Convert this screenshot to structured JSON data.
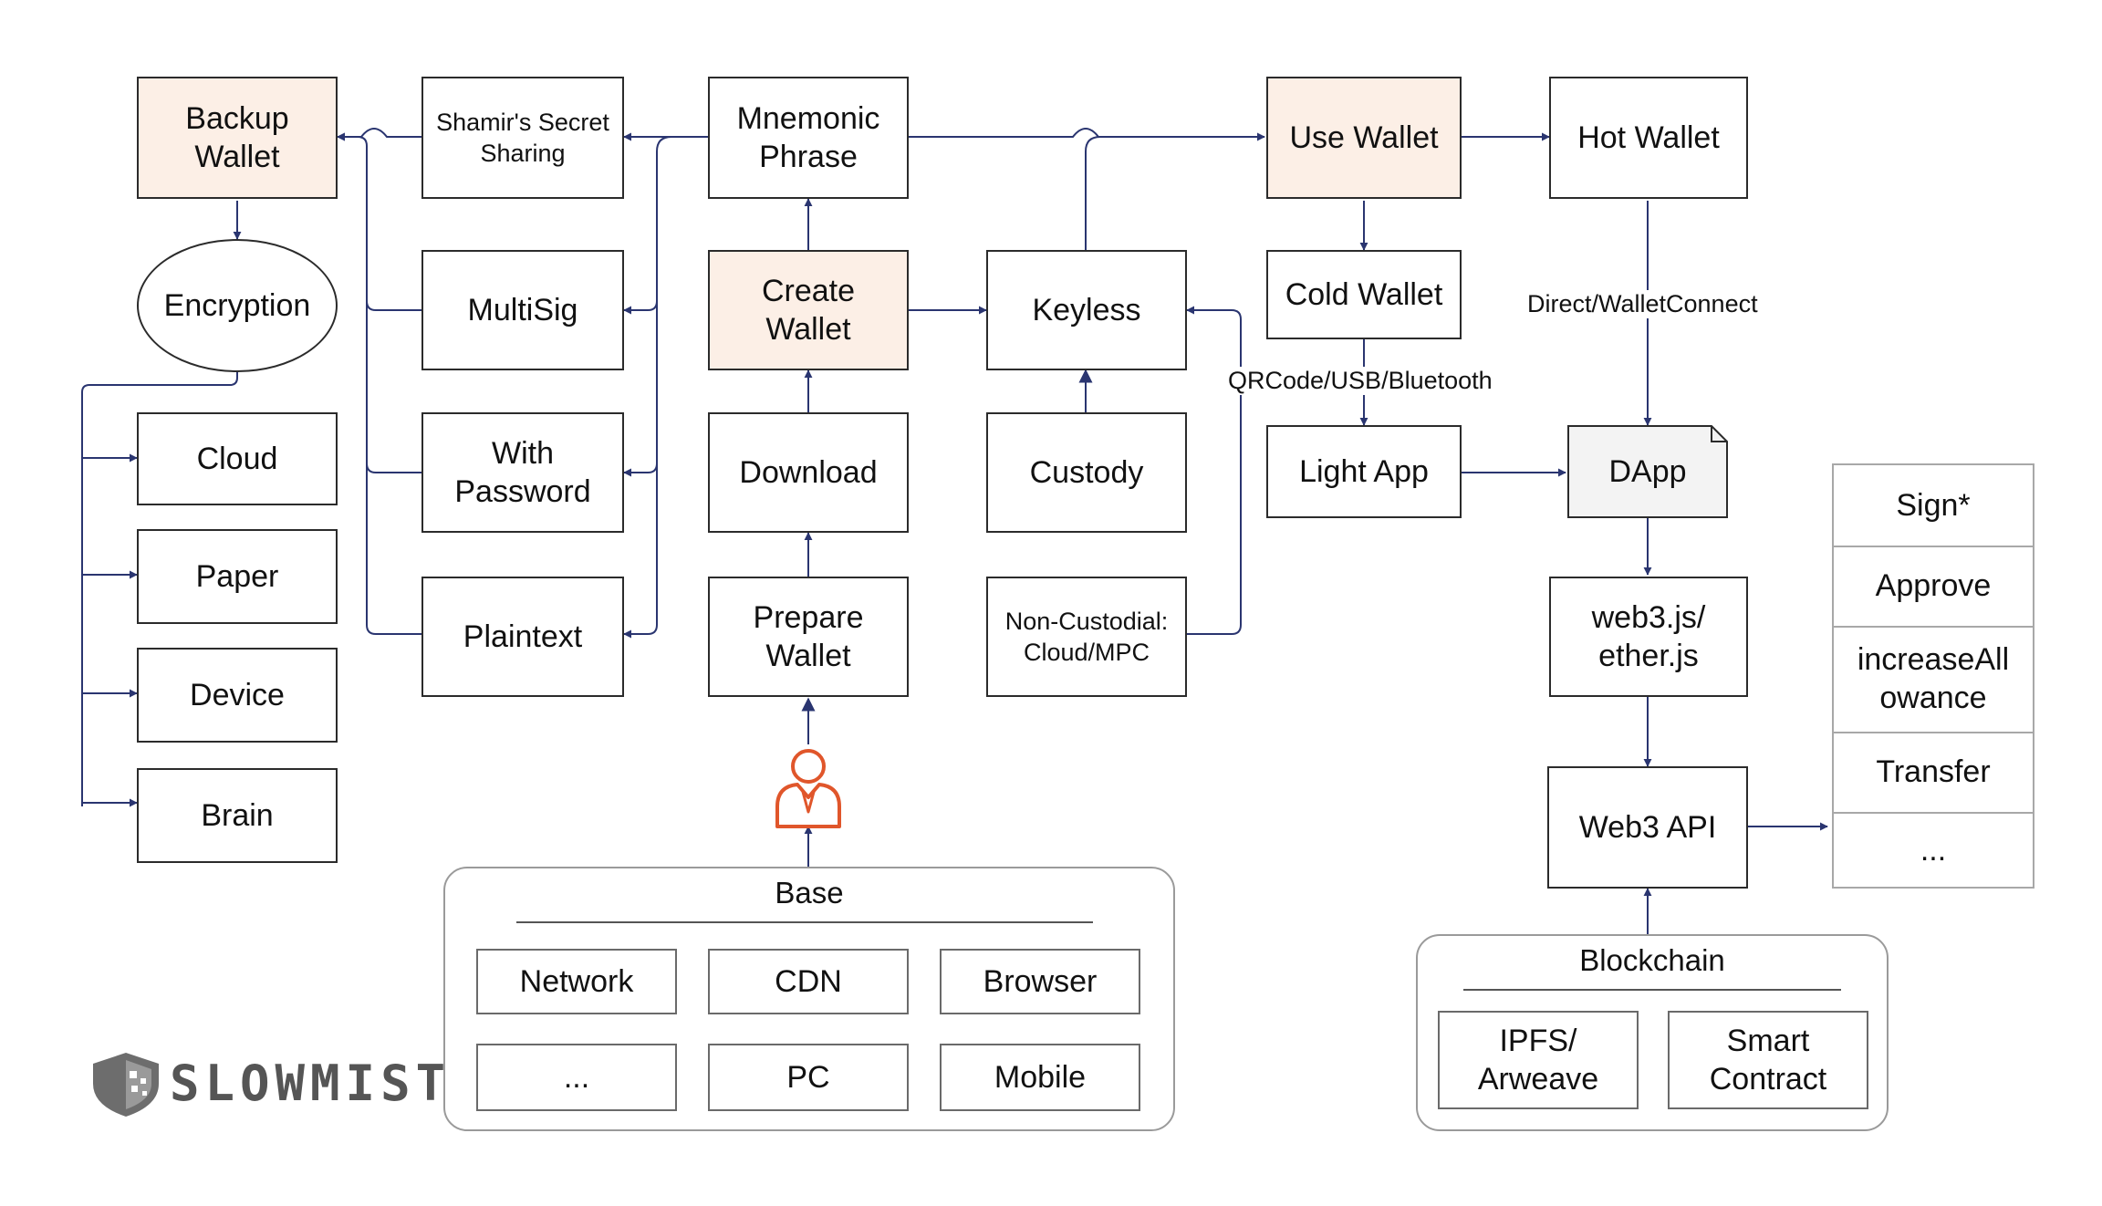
{
  "nodes": {
    "backup_wallet": "Backup\nWallet",
    "encryption": "Encryption",
    "cloud": "Cloud",
    "paper": "Paper",
    "device": "Device",
    "brain": "Brain",
    "shamir": "Shamir's Secret\nSharing",
    "multisig": "MultiSig",
    "with_password": "With\nPassword",
    "plaintext": "Plaintext",
    "mnemonic": "Mnemonic\nPhrase",
    "create_wallet": "Create\nWallet",
    "download": "Download",
    "prepare_wallet": "Prepare\nWallet",
    "keyless": "Keyless",
    "custody": "Custody",
    "non_custodial": "Non-Custodial:\nCloud/MPC",
    "use_wallet": "Use Wallet",
    "cold_wallet": "Cold Wallet",
    "light_app": "Light App",
    "hot_wallet": "Hot Wallet",
    "dapp": "DApp",
    "web3js": "web3.js/\nether.js",
    "web3api": "Web3 API"
  },
  "edge_labels": {
    "qrcode": "QRCode/USB/Bluetooth",
    "walletconnect": "Direct/WalletConnect"
  },
  "base": {
    "title": "Base",
    "items": [
      "Network",
      "CDN",
      "Browser",
      "...",
      "PC",
      "Mobile"
    ]
  },
  "blockchain": {
    "title": "Blockchain",
    "items": [
      "IPFS/\nArweave",
      "Smart\nContract"
    ]
  },
  "operations": [
    "Sign*",
    "Approve",
    "increaseAll\nowance",
    "Transfer",
    "..."
  ],
  "logo": {
    "text": "SLOWMIST"
  },
  "colors": {
    "highlight": "#fcefe6",
    "arrow": "#2a3570",
    "user_icon": "#e0562b"
  },
  "icons": {
    "user": "person-icon",
    "logo": "shield-icon"
  }
}
